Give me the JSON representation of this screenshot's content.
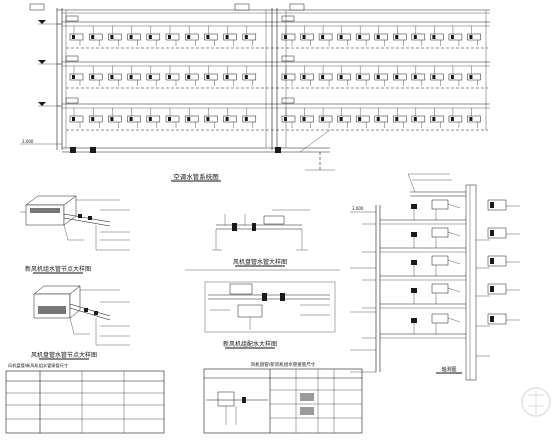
{
  "titles": {
    "system_diagram": "空调水管系统图",
    "detail_1": "新风机组水管节点大样图",
    "detail_2": "风机盘管水管节点大样图",
    "detail_3": "风机盘管水管大样图",
    "detail_4": "新风机组配水大样图",
    "riser_diagram": "轴测图"
  },
  "note": "风机盘管/新风机组水管接管尺寸",
  "model_table": {
    "headers": [
      "",
      "",
      ""
    ],
    "rows": [
      [
        "",
        "",
        ""
      ],
      [
        "",
        "",
        ""
      ],
      [
        "",
        "",
        ""
      ]
    ]
  },
  "legend_table": {
    "headers": [
      "",
      "",
      "",
      ""
    ],
    "rows": [
      [
        "",
        "",
        "",
        ""
      ],
      [
        "",
        "",
        "",
        ""
      ]
    ]
  },
  "levels": {
    "system": [
      "3.000"
    ],
    "riser": [
      "3.000"
    ]
  },
  "colors": {
    "line": "#1a1a1a",
    "background": "#ffffff"
  }
}
